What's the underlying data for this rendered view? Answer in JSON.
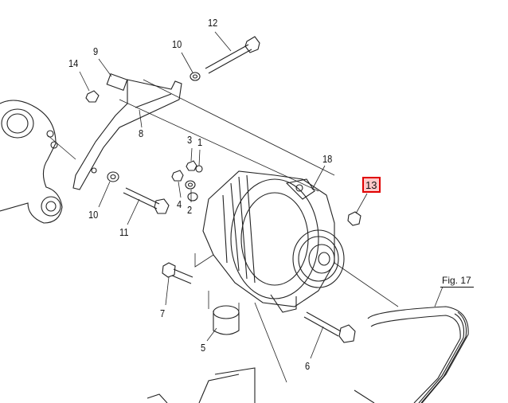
{
  "diagram": {
    "callouts": [
      {
        "id": "c12",
        "text": "12"
      },
      {
        "id": "c10a",
        "text": "10"
      },
      {
        "id": "c9",
        "text": "9"
      },
      {
        "id": "c14",
        "text": "14"
      },
      {
        "id": "c8",
        "text": "8"
      },
      {
        "id": "c3",
        "text": "3"
      },
      {
        "id": "c1",
        "text": "1"
      },
      {
        "id": "c18",
        "text": "18"
      },
      {
        "id": "c10b",
        "text": "10"
      },
      {
        "id": "c4",
        "text": "4"
      },
      {
        "id": "c2",
        "text": "2"
      },
      {
        "id": "c11",
        "text": "11"
      },
      {
        "id": "c7",
        "text": "7"
      },
      {
        "id": "c5",
        "text": "5"
      },
      {
        "id": "c6",
        "text": "6"
      }
    ],
    "highlighted_callout": "13",
    "figure_ref": "Fig. 17",
    "highlight_color": "#e00000"
  }
}
